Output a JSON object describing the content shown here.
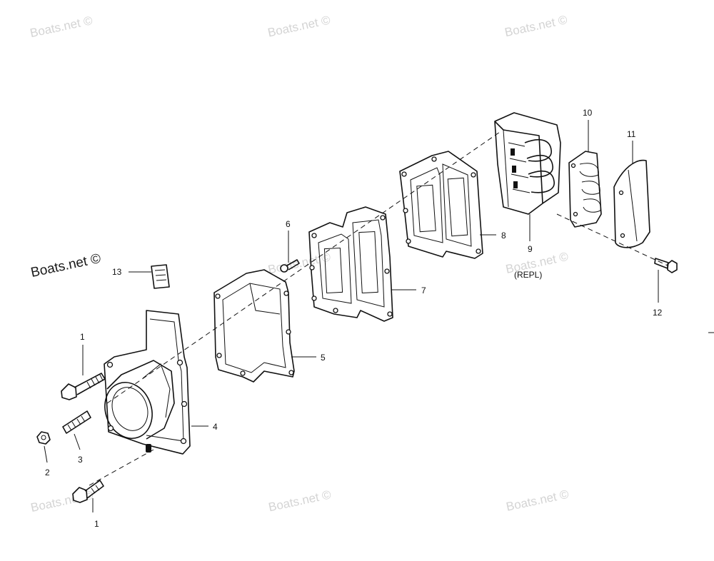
{
  "watermarks": {
    "top_left": "Boats.net ©",
    "top_center": "Boats.net ©",
    "top_right": "Boats.net ©",
    "mid_left": "Boats.net ©",
    "mid_center": "Boats.net ©",
    "mid_right": "Boats.net ©",
    "bottom_left": "Boats.net ©",
    "bottom_center": "Boats.net ©",
    "bottom_right": "Boats.net ©"
  },
  "callouts": {
    "c1_upper": "1",
    "c1_lower": "1",
    "c2": "2",
    "c3": "3",
    "c4": "4",
    "c5": "5",
    "c6": "6",
    "c7": "7",
    "c8": "8",
    "c9": "9",
    "c9_note": "(REPL)",
    "c10": "10",
    "c11": "11",
    "c12": "12",
    "c13": "13"
  }
}
